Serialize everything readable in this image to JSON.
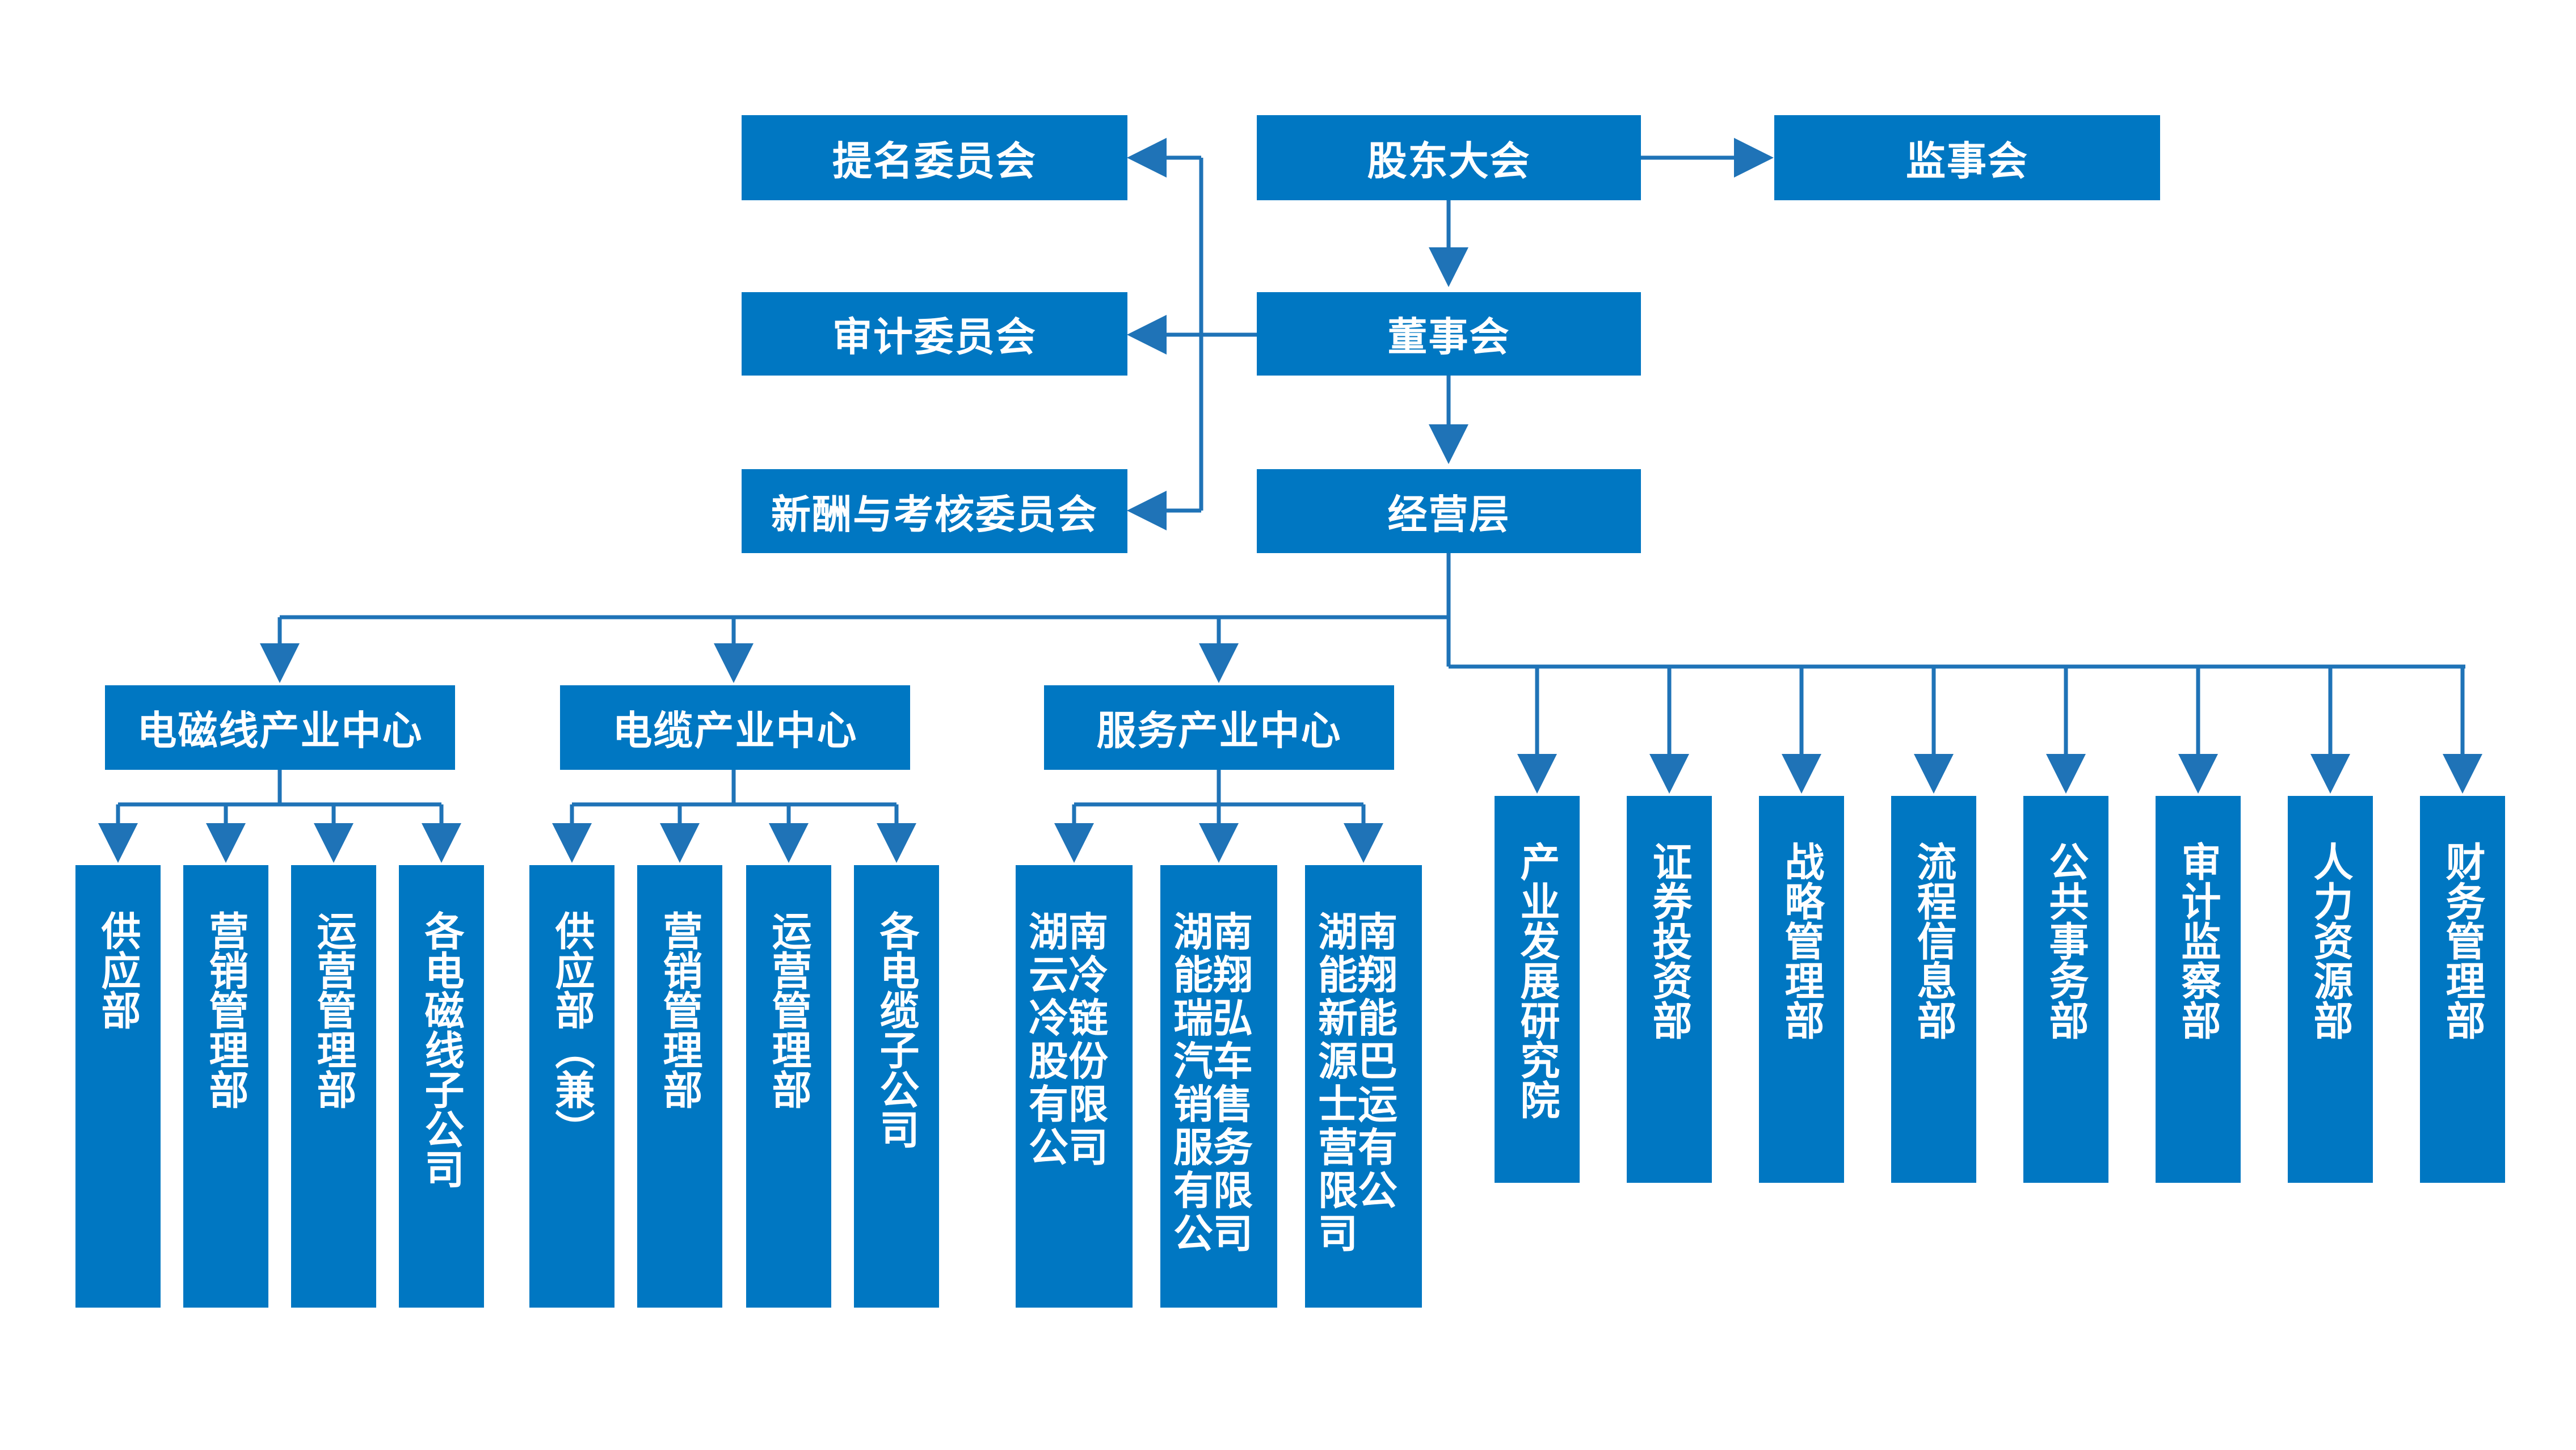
{
  "colors": {
    "box": "#0077C2",
    "line": "#1F73B7",
    "text": "#FFFFFF",
    "background": "#FFFFFF"
  },
  "governance": {
    "shareholders": "股东大会",
    "supervisory": "监事会",
    "board": "董事会",
    "management": "经营层",
    "nomination_committee": "提名委员会",
    "audit_committee": "审计委员会",
    "compensation_committee": "新酬与考核委员会"
  },
  "centers": [
    {
      "label": "电磁线产业中心",
      "children": [
        "供应部",
        "营销管理部",
        "运营管理部",
        "各电磁线子公司"
      ]
    },
    {
      "label": "电缆产业中心",
      "children": [
        "供应部（兼）",
        "营销管理部",
        "运营管理部",
        "各电缆子公司"
      ]
    },
    {
      "label": "服务产业中心",
      "children": [
        "湖南云冷冷链股份有限公司",
        "湖南能翔瑞弘汽车销售服务有限公司",
        "湖南能翔新能源巴士运营有限公司"
      ]
    }
  ],
  "departments": [
    "产业发展研究院",
    "证券投资部",
    "战略管理部",
    "流程信息部",
    "公共事务部",
    "审计监察部",
    "人力资源部",
    "财务管理部"
  ]
}
